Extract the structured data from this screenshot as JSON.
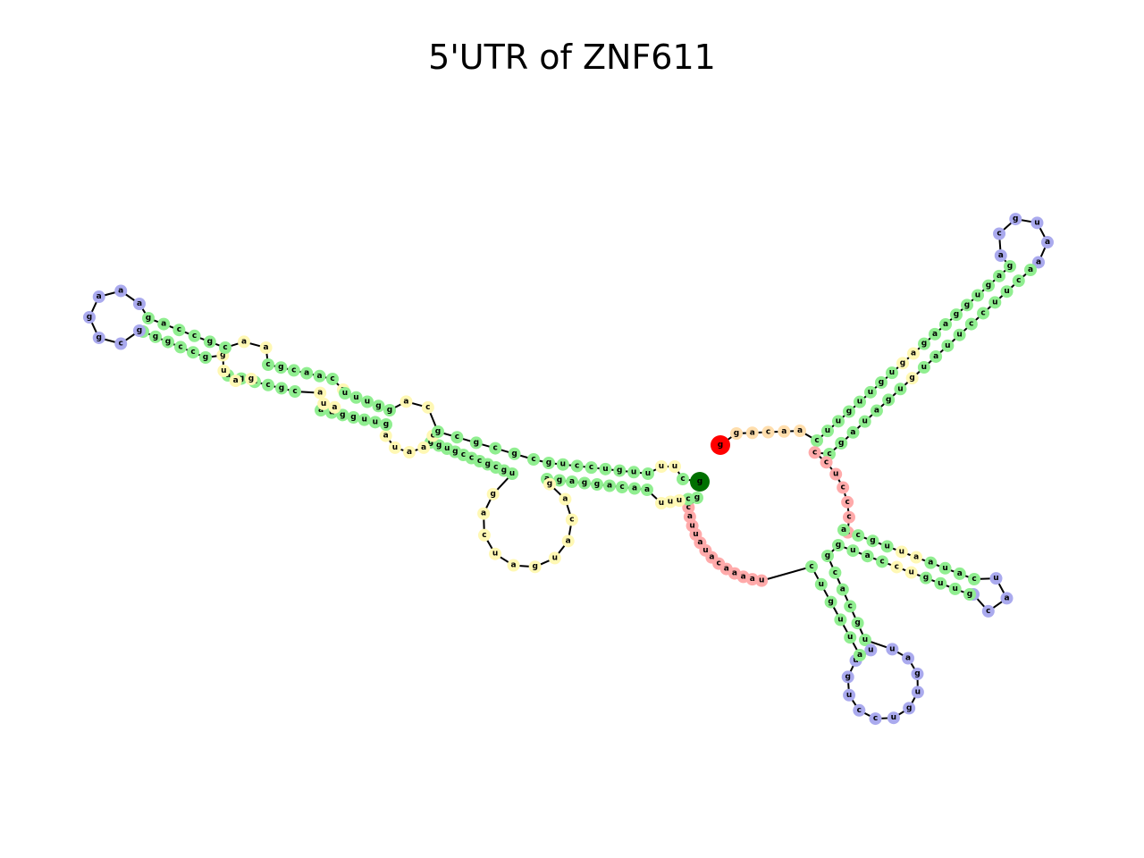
{
  "title": "5'UTR of ZNF611",
  "legend_colors": {
    "stem": "#90ee90",
    "hairpin_loop": "#aaaaee",
    "internal_loop": "#fff8b4",
    "multi_loop": "#ffaaaa",
    "external": "#ffdead",
    "five_prime_end": "#ff0000",
    "three_prime_end": "#007000",
    "backbone": "#000000",
    "base_pair": "#ff0000"
  },
  "segments": [
    {
      "name": "five-prime-tail",
      "type": "external",
      "seq": [
        "g",
        "a",
        "c",
        "a",
        "a",
        "a"
      ]
    },
    {
      "name": "arm-ne-5p",
      "type": "mixed",
      "seq": [
        "c",
        "u",
        "u",
        "g",
        "u",
        "u",
        "g",
        "u",
        "g",
        "a",
        "g",
        "a",
        "a",
        "g",
        "g",
        "u",
        "g",
        "a",
        "g"
      ],
      "classes": [
        "stem",
        "stem",
        "stem",
        "stem",
        "stem",
        "stem",
        "stem",
        "stem",
        "internal_loop",
        "internal_loop",
        "stem",
        "stem",
        "stem",
        "stem",
        "stem",
        "stem",
        "stem",
        "stem",
        "stem"
      ]
    },
    {
      "name": "hairpin-ne",
      "type": "hairpin_loop",
      "seq": [
        "a",
        "c",
        "g",
        "u",
        "a",
        "a"
      ]
    },
    {
      "name": "arm-ne-3p",
      "type": "mixed",
      "seq": [
        "a",
        "c",
        "u",
        "u",
        "c",
        "c",
        "u",
        "u",
        "a",
        "u",
        "g",
        "u",
        "g",
        "a",
        "u",
        "a",
        "g",
        "c"
      ],
      "classes": [
        "stem",
        "stem",
        "stem",
        "stem",
        "stem",
        "stem",
        "stem",
        "stem",
        "stem",
        "stem",
        "internal_loop",
        "stem",
        "stem",
        "stem",
        "stem",
        "stem",
        "stem",
        "stem"
      ]
    },
    {
      "name": "multi-loop-1",
      "type": "multi_loop",
      "seq": [
        "c",
        "c",
        "u",
        "c",
        "c",
        "c",
        "c"
      ]
    },
    {
      "name": "arm-e-5p",
      "type": "mixed",
      "seq": [
        "a",
        "c",
        "g",
        "u",
        "u",
        "a",
        "a",
        "u",
        "a",
        "c"
      ],
      "classes": [
        "stem",
        "stem",
        "stem",
        "stem",
        "internal_loop",
        "internal_loop",
        "stem",
        "stem",
        "stem",
        "stem"
      ]
    },
    {
      "name": "hairpin-e",
      "type": "hairpin_loop",
      "seq": [
        "u",
        "a",
        "c",
        "a"
      ]
    },
    {
      "name": "arm-e-3p",
      "type": "mixed",
      "seq": [
        "g",
        "u",
        "u",
        "g",
        "u",
        "c",
        "c",
        "a",
        "u",
        "g"
      ],
      "classes": [
        "stem",
        "stem",
        "stem",
        "stem",
        "internal_loop",
        "internal_loop",
        "stem",
        "stem",
        "stem",
        "stem"
      ]
    },
    {
      "name": "arm-s-5p",
      "type": "stem",
      "seq": [
        "g",
        "c",
        "a",
        "c",
        "g",
        "u"
      ]
    },
    {
      "name": "hairpin-s",
      "type": "hairpin_loop",
      "seq": [
        "u",
        "a",
        "g",
        "u",
        "g",
        "u",
        "c",
        "c",
        "u",
        "g",
        "u",
        "u"
      ]
    },
    {
      "name": "arm-s-3p",
      "type": "stem",
      "seq": [
        "a",
        "u",
        "u",
        "g",
        "u",
        "c"
      ]
    },
    {
      "name": "multi-loop-2",
      "type": "multi_loop",
      "seq": [
        "u",
        "a",
        "a",
        "a",
        "a",
        "c",
        "a",
        "u",
        "a",
        "u",
        "u",
        "a",
        "c"
      ]
    },
    {
      "name": "arm-w-5p",
      "type": "mixed",
      "seq": [
        "g",
        "c",
        "u",
        "u",
        "u"
      ],
      "classes": [
        "stem",
        "stem",
        "internal_loop",
        "internal_loop",
        "internal_loop"
      ]
    },
    {
      "name": "arm-w-stem",
      "type": "stem",
      "seq": [
        "a",
        "a",
        "c",
        "a",
        "g",
        "g",
        "a",
        "g",
        "a"
      ]
    },
    {
      "name": "big-internal-loop",
      "type": "internal_loop",
      "seq": [
        "g",
        "a",
        "c",
        "a",
        "u",
        "g",
        "a",
        "u",
        "c",
        "a",
        "g"
      ]
    },
    {
      "name": "arm-w-stem-2",
      "type": "stem",
      "seq": [
        "u",
        "g",
        "c",
        "g",
        "c",
        "c",
        "c",
        "g",
        "u",
        "g",
        "g"
      ]
    },
    {
      "name": "west-internal-1",
      "type": "internal_loop",
      "seq": [
        "c",
        "a",
        "a",
        "u",
        "a"
      ]
    },
    {
      "name": "west-stem-2",
      "type": "stem",
      "seq": [
        "g",
        "u",
        "u",
        "g",
        "g",
        "u",
        "a"
      ]
    },
    {
      "name": "west-internal-2",
      "type": "internal_loop",
      "seq": [
        "a",
        "u",
        "a"
      ]
    },
    {
      "name": "west-stem-3",
      "type": "stem",
      "seq": [
        "c",
        "g",
        "c",
        "a",
        "g",
        "a"
      ]
    },
    {
      "name": "west-internal-3",
      "type": "internal_loop",
      "seq": [
        "g",
        "a",
        "u",
        "g"
      ]
    },
    {
      "name": "west-stem-4",
      "type": "stem",
      "seq": [
        "g",
        "c",
        "c",
        "g",
        "g",
        "u"
      ]
    },
    {
      "name": "hairpin-w",
      "type": "hairpin_loop",
      "seq": [
        "g",
        "c",
        "g",
        "g",
        "a",
        "a",
        "a"
      ]
    },
    {
      "name": "west-stem-4b",
      "type": "stem",
      "seq": [
        "g",
        "a",
        "c",
        "c",
        "g",
        "c"
      ]
    },
    {
      "name": "west-internal-3b",
      "type": "internal_loop",
      "seq": [
        "a",
        "a"
      ]
    },
    {
      "name": "west-stem-3b",
      "type": "stem",
      "seq": [
        "c",
        "g",
        "c",
        "a",
        "a",
        "c"
      ]
    },
    {
      "name": "west-internal-2b",
      "type": "internal_loop",
      "seq": [
        "a"
      ]
    },
    {
      "name": "west-stem-2b",
      "type": "stem",
      "seq": [
        "u",
        "u",
        "u",
        "g",
        "g"
      ]
    },
    {
      "name": "west-internal-1b",
      "type": "internal_loop",
      "seq": [
        "a",
        "c"
      ]
    },
    {
      "name": "west-stem-1b",
      "type": "stem",
      "seq": [
        "g",
        "c",
        "g",
        "c",
        "g",
        "c",
        "g",
        "u",
        "c",
        "c",
        "u",
        "g",
        "u",
        "u"
      ]
    },
    {
      "name": "east-internal-b",
      "type": "internal_loop",
      "seq": [
        "u",
        "u"
      ]
    },
    {
      "name": "three-prime-tail",
      "type": "stem",
      "seq": [
        "c",
        "g"
      ]
    }
  ]
}
